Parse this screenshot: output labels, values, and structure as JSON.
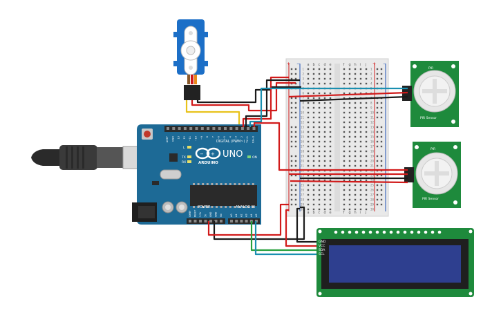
{
  "arduino": {
    "brand": "ARDUINO",
    "model": "UNO",
    "digital_label": "DIGITAL (PWM~)",
    "power_label": "POWER",
    "analog_label": "ANALOG IN",
    "on_label": "ON",
    "led_l": "L",
    "led_tx": "TX",
    "led_rx": "RX",
    "header_top_labels": [
      "AREF",
      "GND",
      "13",
      "12",
      "~11",
      "~10",
      "~9",
      "8",
      "7",
      "~6",
      "~5",
      "4",
      "~3",
      "2",
      "TX→1",
      "RX←0"
    ],
    "power_pin_labels": [
      "IOREF",
      "RESET",
      "3.3V",
      "5V",
      "GND",
      "GND",
      "Vin"
    ],
    "analog_pin_labels": [
      "A0",
      "A1",
      "A2",
      "A3",
      "A4",
      "A5"
    ]
  },
  "breadboard": {
    "column_letters_left": [
      "a",
      "b",
      "c",
      "d",
      "e"
    ],
    "column_letters_right": [
      "f",
      "g",
      "h",
      "i",
      "j"
    ],
    "rail_plus": "+",
    "rail_minus": "−",
    "row_numbers": [
      "1",
      "2",
      "3",
      "4",
      "5",
      "6",
      "7",
      "8",
      "9",
      "10",
      "11",
      "12",
      "13",
      "14",
      "15",
      "16",
      "17",
      "18",
      "19",
      "20",
      "21",
      "22",
      "23",
      "24",
      "25",
      "26",
      "27",
      "28",
      "29",
      "30"
    ]
  },
  "pir_sensor_1": {
    "label_top": "PIR",
    "label_bottom": "PIR Sensor"
  },
  "pir_sensor_2": {
    "label_top": "PIR",
    "label_bottom": "PIR Sensor"
  },
  "lcd": {
    "pin_labels": [
      "GND",
      "VCC",
      "SDA",
      "SCL"
    ],
    "screen_color": "#2e3f8f"
  },
  "colors": {
    "arduino_board": "#1d6a96",
    "breadboard": "#e9e9e9",
    "pcb_green": "#1e8a3c",
    "servo_blue": "#1c6fc7",
    "wire_red": "#d11a1a",
    "wire_black": "#1a1a1a",
    "wire_yellow": "#e8c21a",
    "wire_teal": "#1a8fb0",
    "wire_green": "#27a03c"
  }
}
